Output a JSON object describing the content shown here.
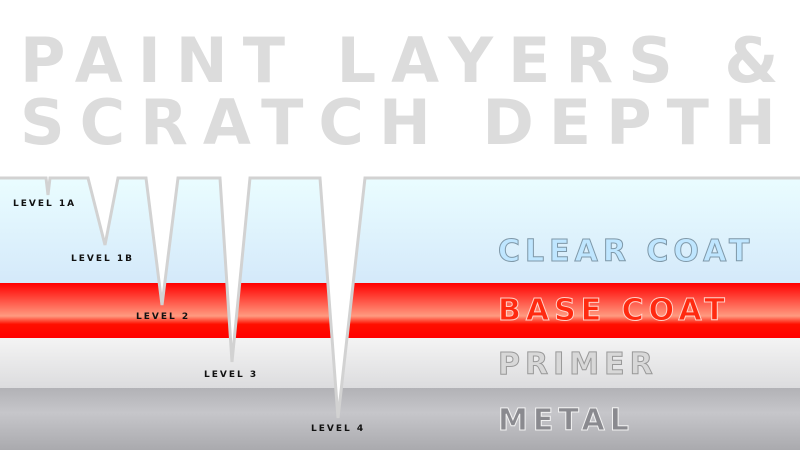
{
  "title": {
    "line1": "PAINT LAYERS &",
    "line2": "SCRATCH DEPTH"
  },
  "layers": [
    {
      "label": "CLEAR COAT",
      "color": "#dcefff"
    },
    {
      "label": "BASE COAT",
      "color": "#ff0000"
    },
    {
      "label": "PRIMER",
      "color": "#e8e8e8"
    },
    {
      "label": "METAL",
      "color": "#b8b8bc"
    }
  ],
  "scratch_levels": [
    {
      "label": "LEVEL 1A"
    },
    {
      "label": "LEVEL 1B"
    },
    {
      "label": "LEVEL 2"
    },
    {
      "label": "LEVEL 3"
    },
    {
      "label": "LEVEL 4"
    }
  ]
}
